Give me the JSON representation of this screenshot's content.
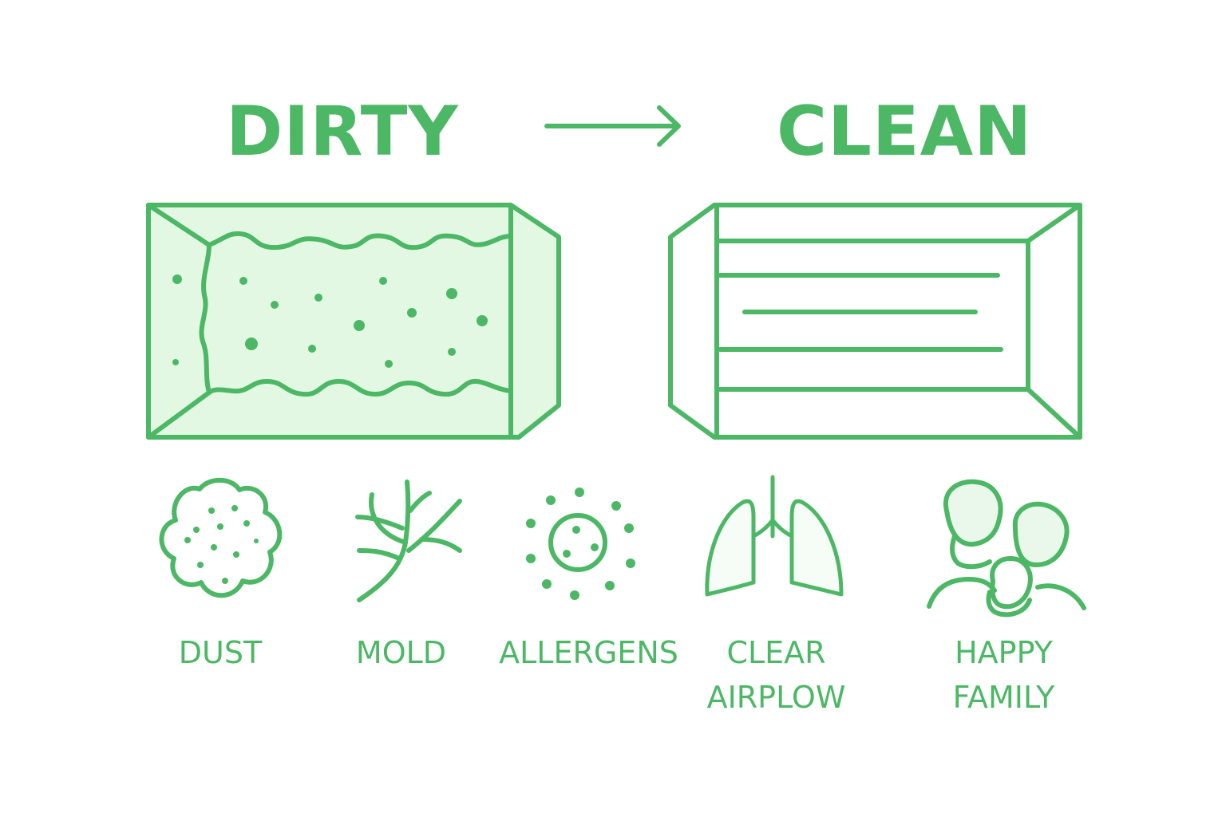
{
  "headings": {
    "dirty": "DIRTY",
    "clean": "CLEAN"
  },
  "labels": {
    "dust": "DUST",
    "mold": "MOLD",
    "allergens": "ALLERGENS",
    "clear_airflow_1": "CLEAR",
    "clear_airflow_2": "AIRPLOW",
    "happy_family_1": "HAPPY",
    "happy_family_2": "FAMILY"
  },
  "colors": {
    "accent": "#4cb865",
    "fill_light": "#e3f8e3",
    "background": "#ffffff"
  },
  "icons": [
    "arrow-right-icon",
    "dirty-filter-icon",
    "clean-filter-icon",
    "dust-icon",
    "mold-icon",
    "allergens-icon",
    "lungs-icon",
    "family-icon"
  ]
}
